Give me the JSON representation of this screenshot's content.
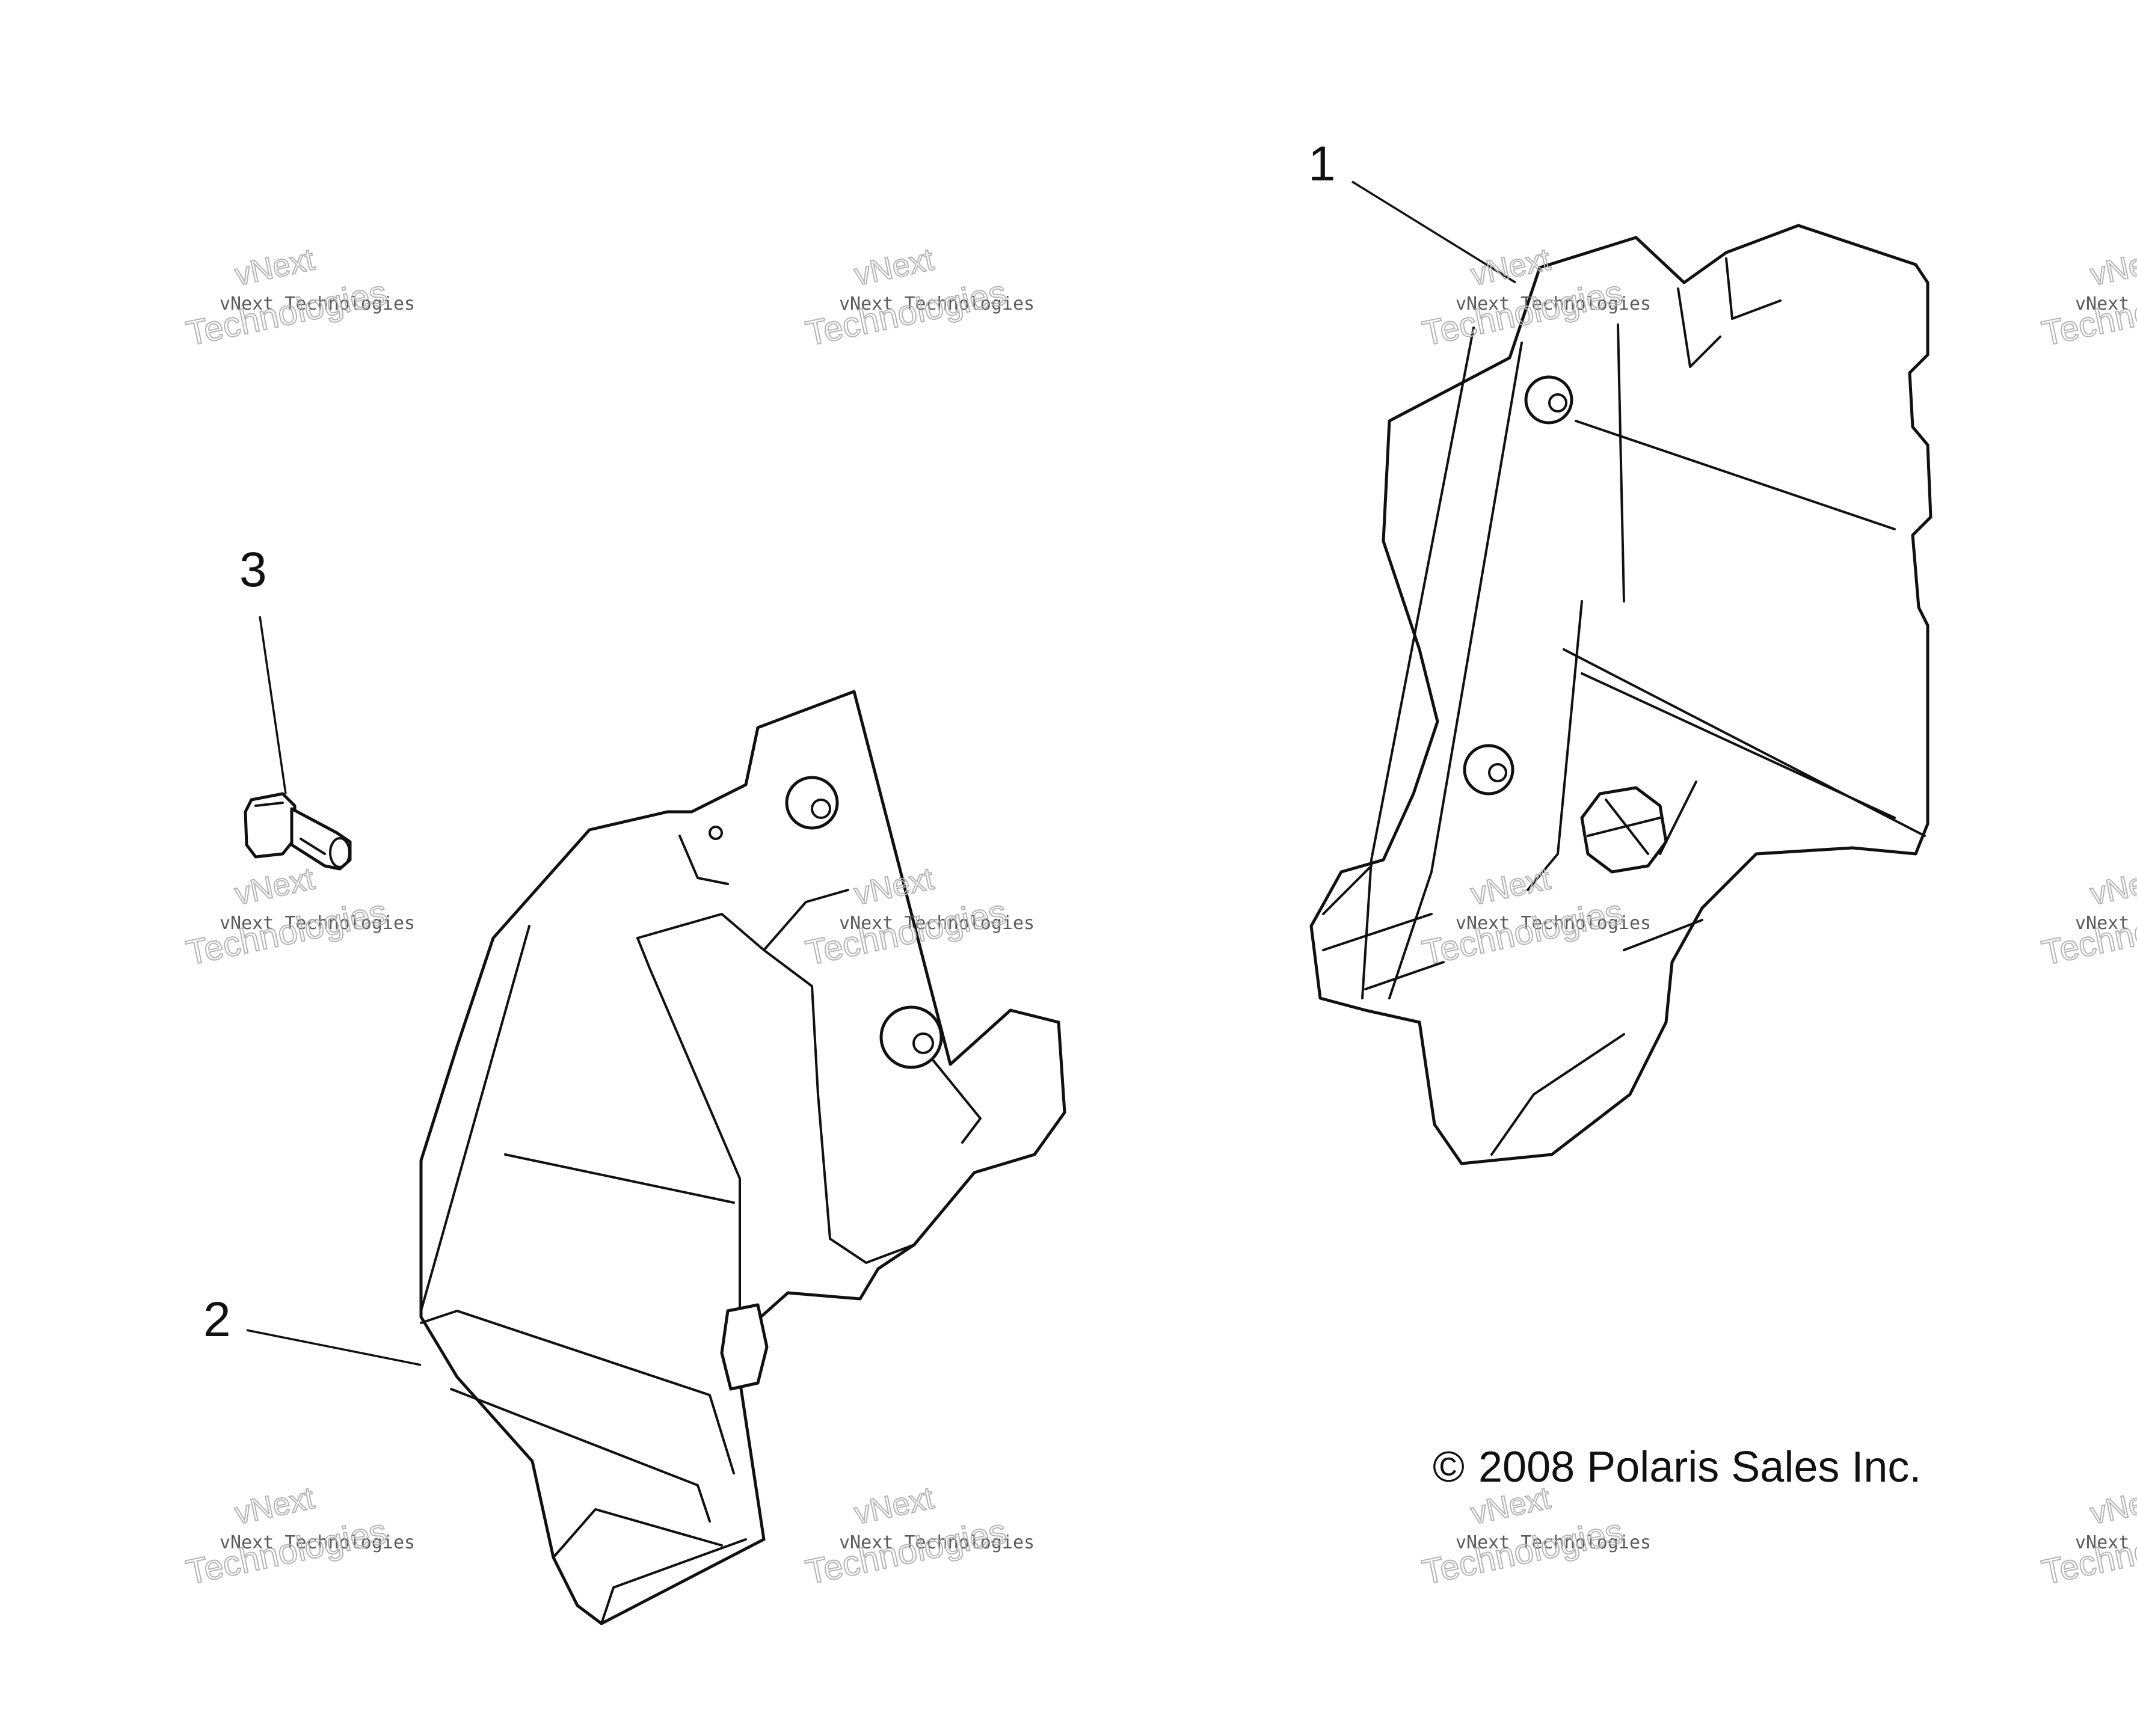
{
  "callouts": {
    "part_1": "1",
    "part_2": "2",
    "part_3": "3"
  },
  "copyright": {
    "symbol": "©",
    "text": "2008 Polaris Sales Inc."
  },
  "watermark": {
    "brand_top": "vNext",
    "company": "vNext Technologies",
    "brand_bottom": "Technologies"
  }
}
